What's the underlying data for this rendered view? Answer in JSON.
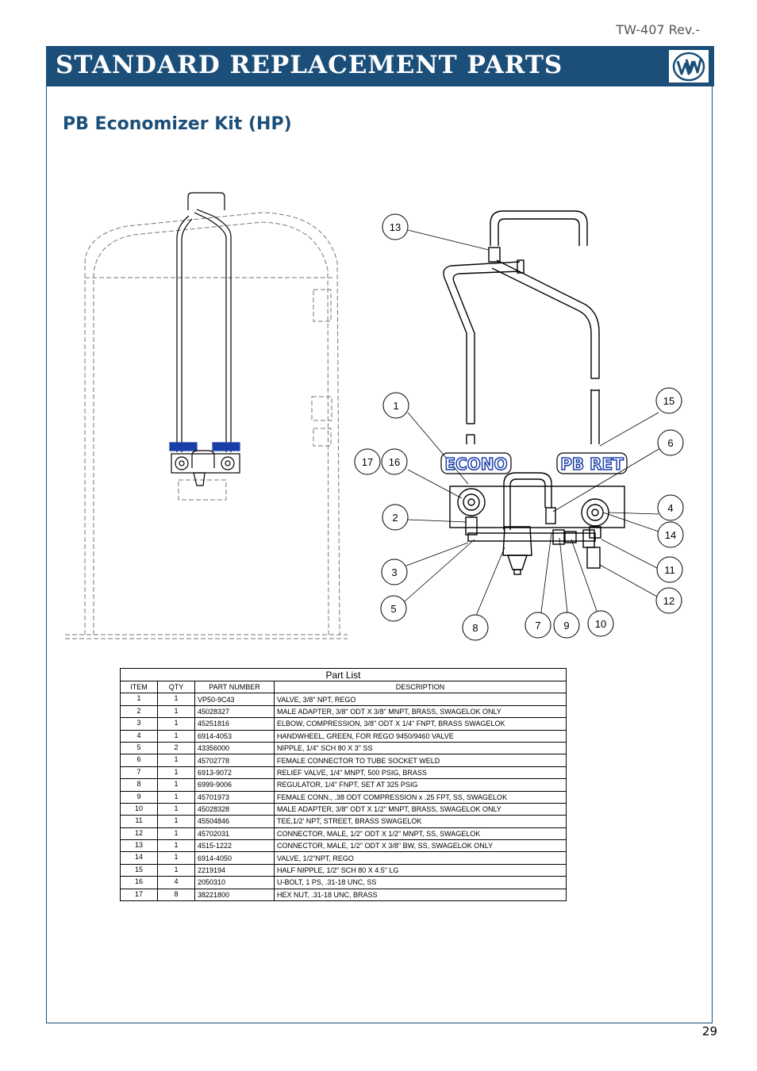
{
  "header": {
    "doc_id": "TW-407 Rev.-",
    "title": "STANDARD REPLACEMENT PARTS"
  },
  "section": {
    "title": "PB Economizer Kit (HP)"
  },
  "drawing": {
    "labels": {
      "econo": "ECONO",
      "pb_ret": "PB RET"
    },
    "callouts": [
      "1",
      "2",
      "3",
      "4",
      "5",
      "6",
      "7",
      "8",
      "9",
      "10",
      "11",
      "12",
      "13",
      "14",
      "15",
      "16",
      "17"
    ]
  },
  "part_list": {
    "title": "Part List",
    "columns": [
      "ITEM",
      "QTY",
      "PART NUMBER",
      "DESCRIPTION"
    ],
    "rows": [
      {
        "item": "1",
        "qty": "1",
        "part": "VP50-9C43",
        "desc": "VALVE, 3/8\" NPT, REGO"
      },
      {
        "item": "2",
        "qty": "1",
        "part": "45028327",
        "desc": "MALE ADAPTER, 3/8\" ODT X 3/8\" MNPT, BRASS, SWAGELOK ONLY"
      },
      {
        "item": "3",
        "qty": "1",
        "part": "45251816",
        "desc": "ELBOW, COMPRESSION, 3/8\" ODT X 1/4\" FNPT, BRASS  SWAGELOK"
      },
      {
        "item": "4",
        "qty": "1",
        "part": "6914-4053",
        "desc": "HANDWHEEL, GREEN, FOR REGO 9450/9460 VALVE"
      },
      {
        "item": "5",
        "qty": "2",
        "part": "43356000",
        "desc": "NIPPLE, 1/4\" SCH 80 X 3\" SS"
      },
      {
        "item": "6",
        "qty": "1",
        "part": "45702778",
        "desc": "FEMALE CONNECTOR TO TUBE SOCKET WELD"
      },
      {
        "item": "7",
        "qty": "1",
        "part": "6913-9072",
        "desc": "RELIEF VALVE, 1/4\" MNPT, 500 PSIG, BRASS"
      },
      {
        "item": "8",
        "qty": "1",
        "part": "6999-9006",
        "desc": "REGULATOR, 1/4\" FNPT, SET AT 325 PSIG"
      },
      {
        "item": "9",
        "qty": "1",
        "part": "45701973",
        "desc": "FEMALE CONN., .38 ODT COMPRESSION x .25 FPT, SS, SWAGELOK"
      },
      {
        "item": "10",
        "qty": "1",
        "part": "45028328",
        "desc": "MALE ADAPTER, 3/8\" ODT X 1/2\" MNPT, BRASS, SWAGELOK ONLY"
      },
      {
        "item": "11",
        "qty": "1",
        "part": "45504846",
        "desc": "TEE,1/2' NPT, STREET, BRASS SWAGELOK"
      },
      {
        "item": "12",
        "qty": "1",
        "part": "45702031",
        "desc": "CONNECTOR, MALE, 1/2\" ODT X 1/2\" MNPT, SS, SWAGELOK"
      },
      {
        "item": "13",
        "qty": "1",
        "part": "4515-1222",
        "desc": "CONNECTOR, MALE, 1/2\" ODT X 3/8\" BW, SS, SWAGELOK ONLY"
      },
      {
        "item": "14",
        "qty": "1",
        "part": "6914-4050",
        "desc": "VALVE, 1/2\"NPT, REGO"
      },
      {
        "item": "15",
        "qty": "1",
        "part": "2219194",
        "desc": "HALF NIPPLE, 1/2\" SCH 80 X 4.5\" LG"
      },
      {
        "item": "16",
        "qty": "4",
        "part": "2050310",
        "desc": "U-BOLT, 1 PS, .31-18 UNC, SS"
      },
      {
        "item": "17",
        "qty": "8",
        "part": "38221800",
        "desc": "HEX NUT, .31-18 UNC, BRASS"
      }
    ]
  },
  "footer": {
    "page_number": "29"
  },
  "colors": {
    "brand": "#1b4f7a",
    "label_blue": "#1a3ea8"
  }
}
